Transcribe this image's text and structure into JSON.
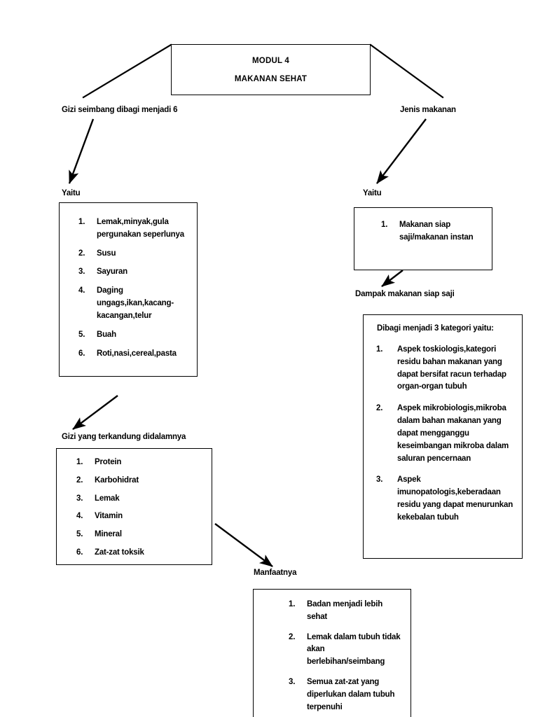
{
  "title_box": {
    "line1": "MODUL 4",
    "line2": "MAKANAN SEHAT"
  },
  "branches": {
    "left_label": "Gizi seimbang dibagi menjadi 6",
    "right_label": "Jenis makanan",
    "yaitu_left": "Yaitu",
    "yaitu_right": "Yaitu",
    "dampak_label": "Dampak makanan siap saji",
    "terkandung_label": "Gizi yang terkandung didalamnya",
    "manfaat_label": "Manfaatnya"
  },
  "gizi_seimbang_list": [
    {
      "num": "1.",
      "text": "Lemak,minyak,gula pergunakan seperlunya"
    },
    {
      "num": "2.",
      "text": "Susu"
    },
    {
      "num": "3.",
      "text": "Sayuran"
    },
    {
      "num": "4.",
      "text": "Daging ungags,ikan,kacang-kacangan,telur"
    },
    {
      "num": "5.",
      "text": "Buah"
    },
    {
      "num": "6.",
      "text": "Roti,nasi,cereal,pasta"
    }
  ],
  "jenis_makanan_list": [
    {
      "num": "1.",
      "text": "Makanan siap saji/makanan instan"
    }
  ],
  "kategori_box": {
    "heading": "Dibagi menjadi 3 kategori yaitu:",
    "items": [
      {
        "num": "1.",
        "text": "Aspek toskiologis,kategori residu bahan makanan yang dapat bersifat racun terhadap organ-organ tubuh"
      },
      {
        "num": "2.",
        "text": "Aspek mikrobiologis,mikroba dalam bahan makanan yang dapat mengganggu keseimbangan mikroba dalam saluran pencernaan"
      },
      {
        "num": "3.",
        "text": "Aspek imunopatologis,keberadaan residu yang dapat menurunkan kekebalan tubuh"
      }
    ]
  },
  "gizi_terkandung_list": [
    {
      "num": "1.",
      "text": "Protein"
    },
    {
      "num": "2.",
      "text": "Karbohidrat"
    },
    {
      "num": "3.",
      "text": "Lemak"
    },
    {
      "num": "4.",
      "text": "Vitamin"
    },
    {
      "num": "5.",
      "text": "Mineral"
    },
    {
      "num": "6.",
      "text": "Zat-zat toksik"
    }
  ],
  "manfaat_list": [
    {
      "num": "1.",
      "text": "Badan menjadi lebih sehat"
    },
    {
      "num": "2.",
      "text": "Lemak dalam tubuh tidak akan berlebihan/seimbang"
    },
    {
      "num": "3.",
      "text": "Semua zat-zat yang diperlukan dalam tubuh terpenuhi"
    }
  ],
  "colors": {
    "stroke": "#000000",
    "background": "#ffffff"
  }
}
